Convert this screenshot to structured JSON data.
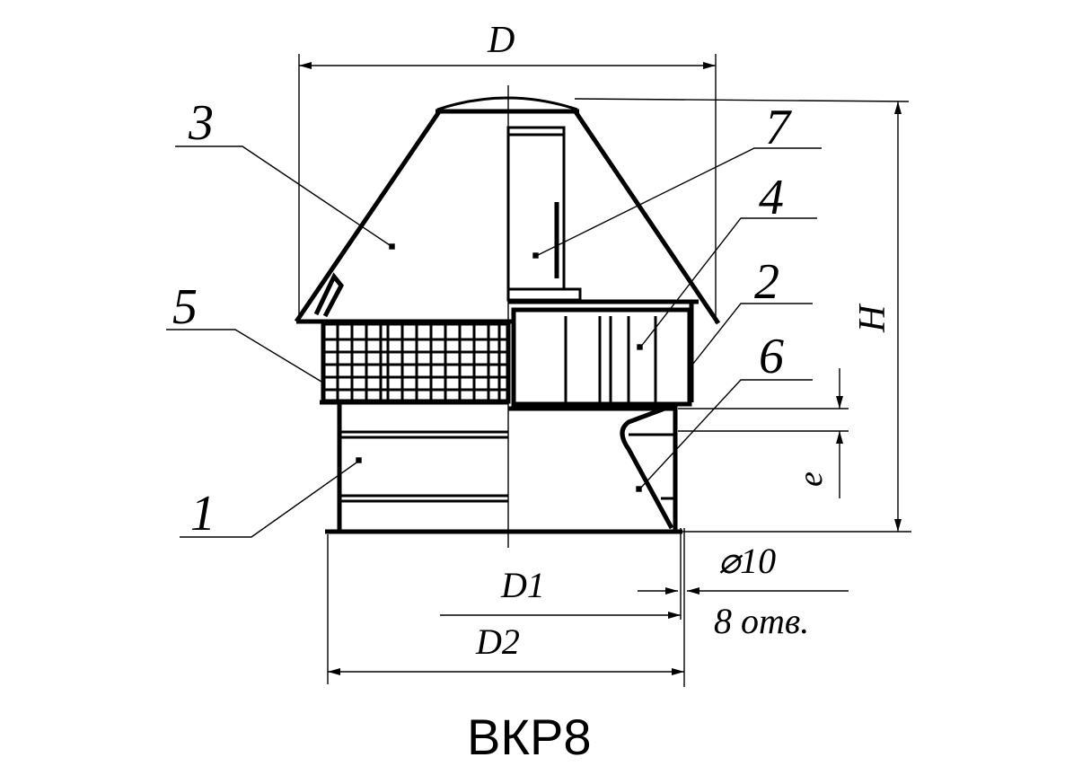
{
  "drawing": {
    "title": "ВКР8",
    "dimensions": {
      "diameter": "D",
      "height": "H",
      "gap": "e",
      "inner_diameter": "D1",
      "bolt_circle": "D2",
      "hole_diameter": "⌀10",
      "hole_count": "8 отв."
    },
    "callouts": [
      "1",
      "2",
      "3",
      "4",
      "5",
      "6",
      "7"
    ],
    "line_color": "#000000",
    "background": "#ffffff"
  }
}
